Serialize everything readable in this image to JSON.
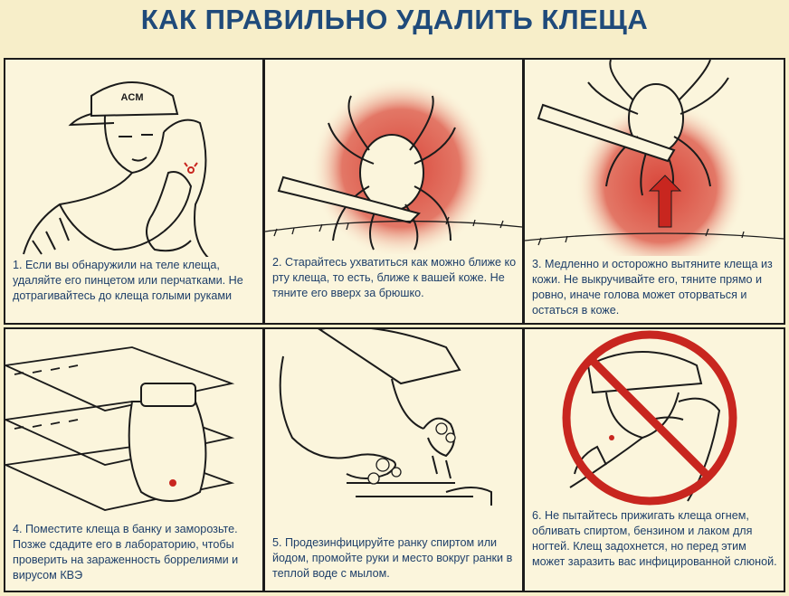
{
  "title": "КАК ПРАВИЛЬНО УДАЛИТЬ КЛЕЩА",
  "colors": {
    "title": "#1f4a7a",
    "caption": "#1e3f6a",
    "red": "#c8261f",
    "paper": "#fbf5dc"
  },
  "panels": [
    {
      "caption": "1. Если вы обнаружили на теле клеща, удаляйте его пинцетом или перчатками. Не дотрагивайтесь до клеща голыми руками",
      "cap_text": "ACM"
    },
    {
      "caption": "2. Старайтесь ухватиться как можно ближе ко рту клеща, то есть, ближе к вашей коже. Не тяните его вверх за брюшко."
    },
    {
      "caption": "3. Медленно и осторожно вытяните клеща из кожи. Не выкручивайте его, тяните прямо и ровно, иначе голова может оторваться и остаться в коже."
    },
    {
      "caption": "4. Поместите клеща в банку и заморозьте. Позже сдадите его в лабораторию, чтобы проверить на зараженность боррелиями и вирусом КВЭ"
    },
    {
      "caption": "5. Продезинфицируйте ранку спиртом или йодом, промойте руки и место вокруг ранки в теплой воде с мылом."
    },
    {
      "caption": "6. Не пытайтесь прижигать клеща огнем, обливать спиртом, бензином и лаком для ногтей. Клещ задохнется, но перед этим может заразить вас инфицированной слюной."
    }
  ]
}
